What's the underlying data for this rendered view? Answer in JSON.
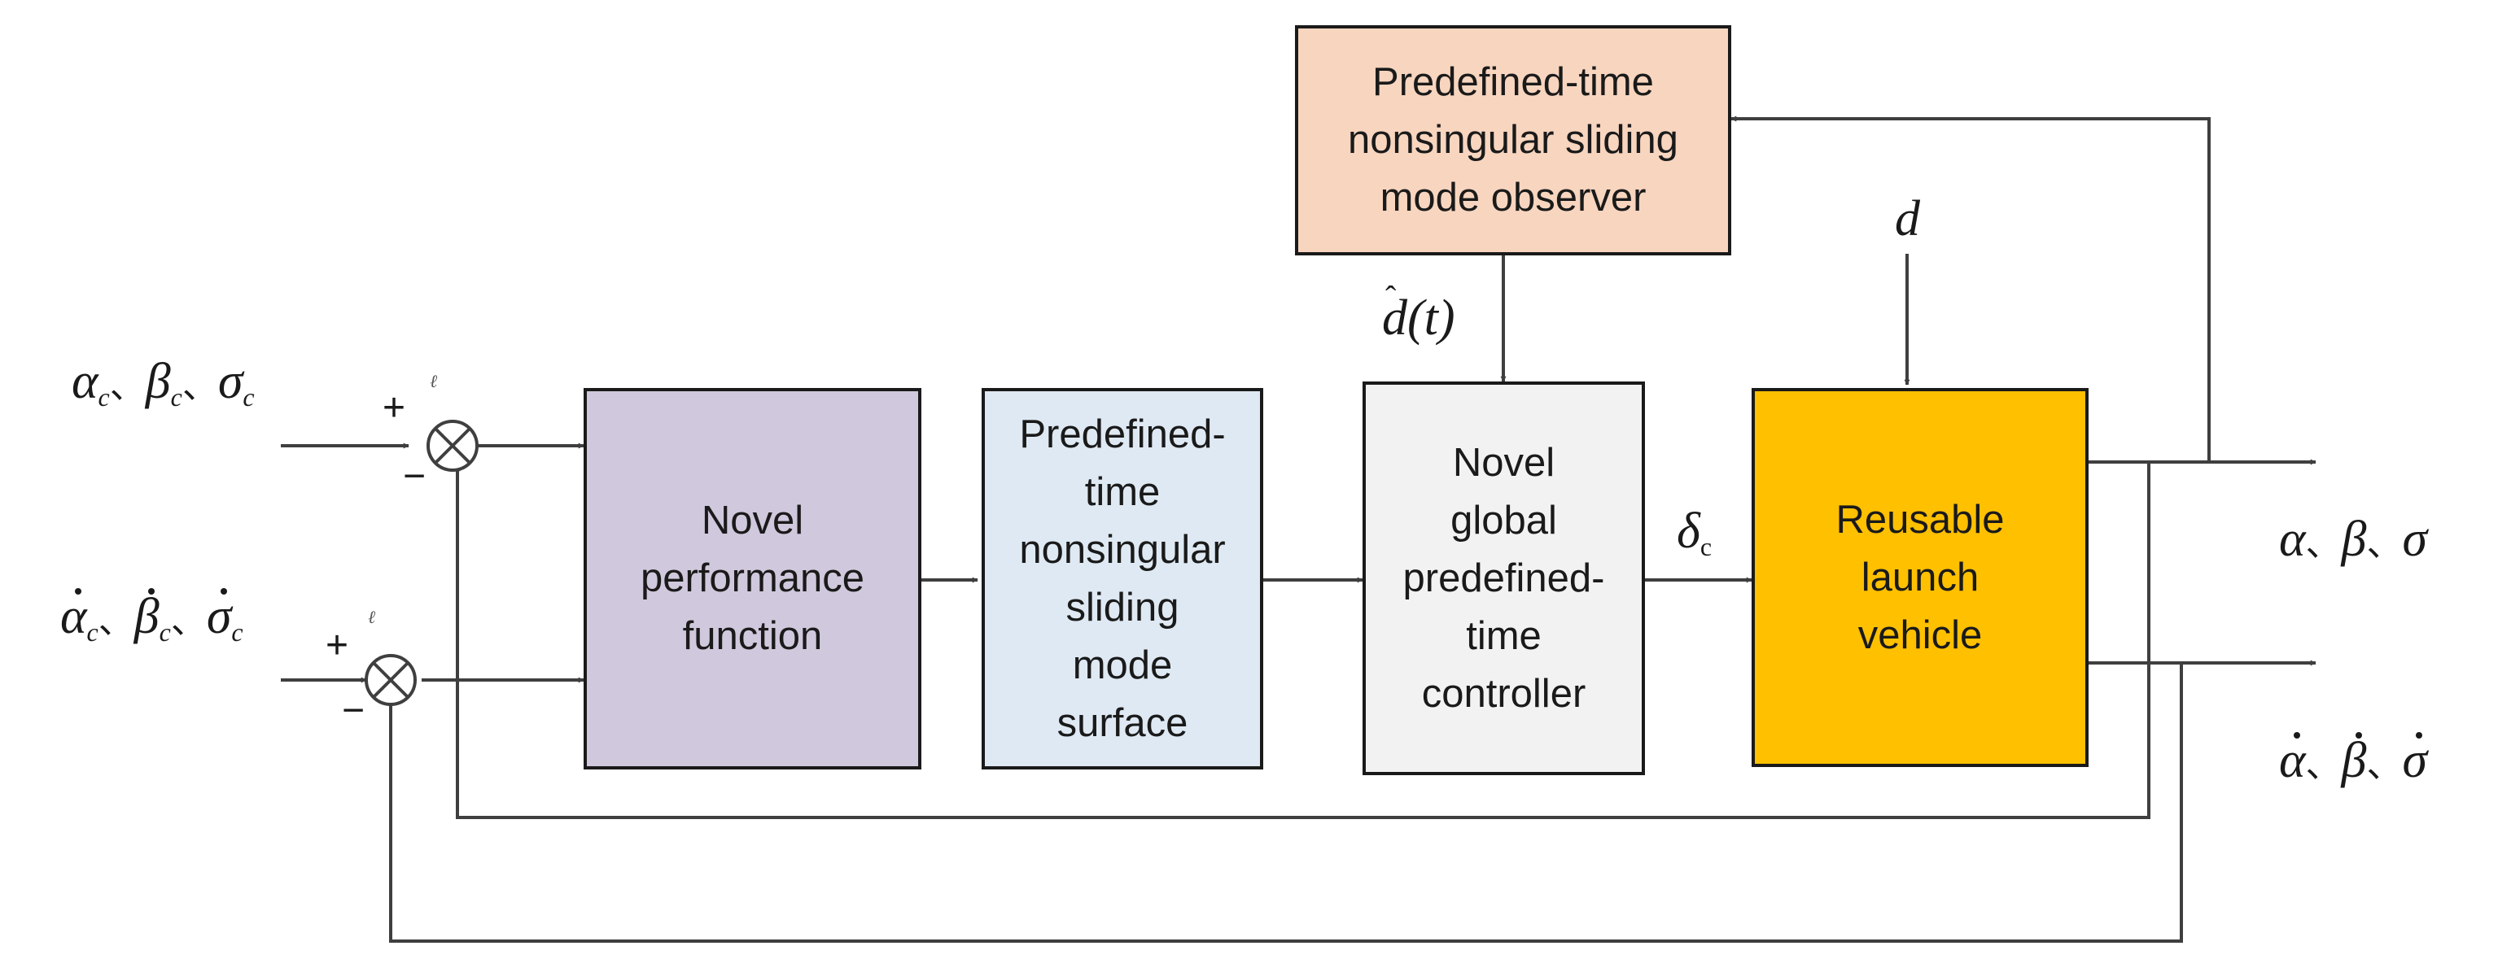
{
  "blocks": {
    "observer": [
      "Predefined-time",
      "nonsingular sliding",
      "mode observer"
    ],
    "performance": [
      "Novel",
      "performance",
      "function"
    ],
    "surface": [
      "Predefined-",
      "time",
      "nonsingular",
      "sliding",
      "mode",
      "surface"
    ],
    "controller": [
      "Novel",
      "global",
      "predefined-",
      "time",
      "controller"
    ],
    "vehicle": [
      "Reusable",
      "launch",
      "vehicle"
    ]
  },
  "signals": {
    "ref_angles": {
      "a": "α",
      "b": "β",
      "s": "σ",
      "sub": "c",
      "sep": "、"
    },
    "ref_rates": {
      "a": "α",
      "b": "β",
      "s": "σ",
      "sub": "c",
      "sep": "、"
    },
    "out_angles": {
      "a": "α",
      "b": "β",
      "s": "σ",
      "sep": "、"
    },
    "out_rates": {
      "a": "α",
      "b": "β",
      "s": "σ",
      "sep": "、"
    },
    "disturbance": "d",
    "estimate": {
      "sym": "d",
      "arg": "(t)"
    },
    "control": {
      "sym": "δ",
      "sub": "c"
    },
    "sum1": {
      "plus": "+",
      "minus": "−",
      "mark": "ℓ"
    },
    "sum2": {
      "plus": "+",
      "minus": "−",
      "mark": "ℓ"
    }
  },
  "colors": {
    "observer": "#f8d5bf",
    "performance": "#d0c8dc",
    "surface": "#dfe9f3",
    "controller": "#f2f2f2",
    "vehicle": "#ffc000",
    "line": "#3f3f3f"
  }
}
